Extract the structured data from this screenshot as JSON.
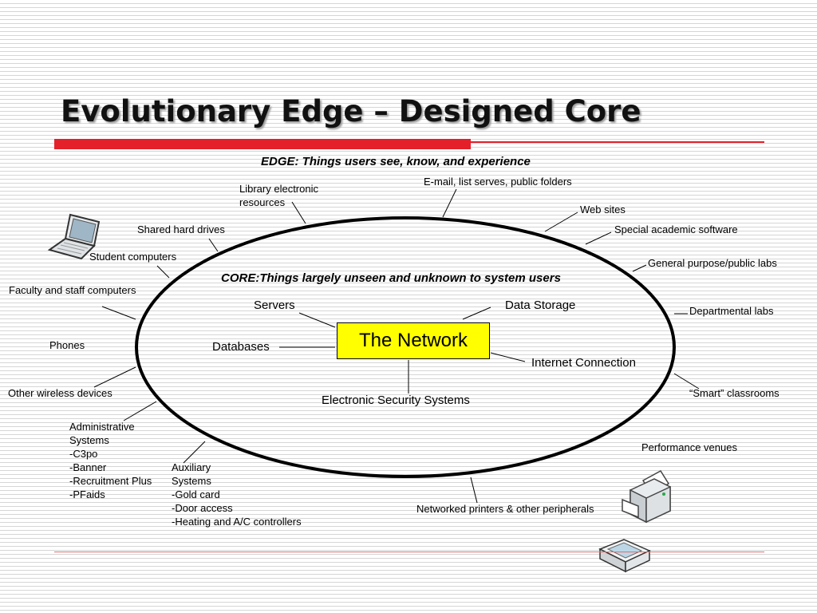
{
  "title": "Evolutionary Edge – Designed Core",
  "edge_heading": "EDGE: Things users see, know, and experience",
  "core_heading": "CORE:Things largely unseen and unknown to system users",
  "network": "The Network",
  "core_items": {
    "servers": "Servers",
    "data_storage": "Data Storage",
    "databases": "Databases",
    "internet": "Internet Connection",
    "security": "Electronic Security Systems"
  },
  "edge_items": {
    "email": "E-mail, list serves, public folders",
    "library_line1": "Library electronic",
    "library_line2": "resources",
    "web_sites": "Web sites",
    "shared_drives": "Shared hard drives",
    "special_software": "Special academic software",
    "student_computers": "Student computers",
    "general_labs": "General purpose/public labs",
    "faculty_computers": "Faculty and staff computers",
    "departmental_labs": "Departmental labs",
    "phones": "Phones",
    "wireless": "Other wireless devices",
    "smart_classrooms": "“Smart” classrooms",
    "performance": "Performance venues",
    "printers": "Networked printers & other peripherals"
  },
  "admin_systems": [
    "Administrative",
    "Systems",
    "-C3po",
    "-Banner",
    "-Recruitment Plus",
    "-PFaids"
  ],
  "auxiliary_systems": [
    "Auxiliary",
    "Systems",
    "-Gold card",
    "-Door access",
    "-Heating and A/C controllers"
  ],
  "icons": [
    "laptop-icon",
    "printer-icon",
    "scanner-icon"
  ],
  "colors": {
    "accent": "#e4202a",
    "network_fill": "#ffff00"
  }
}
